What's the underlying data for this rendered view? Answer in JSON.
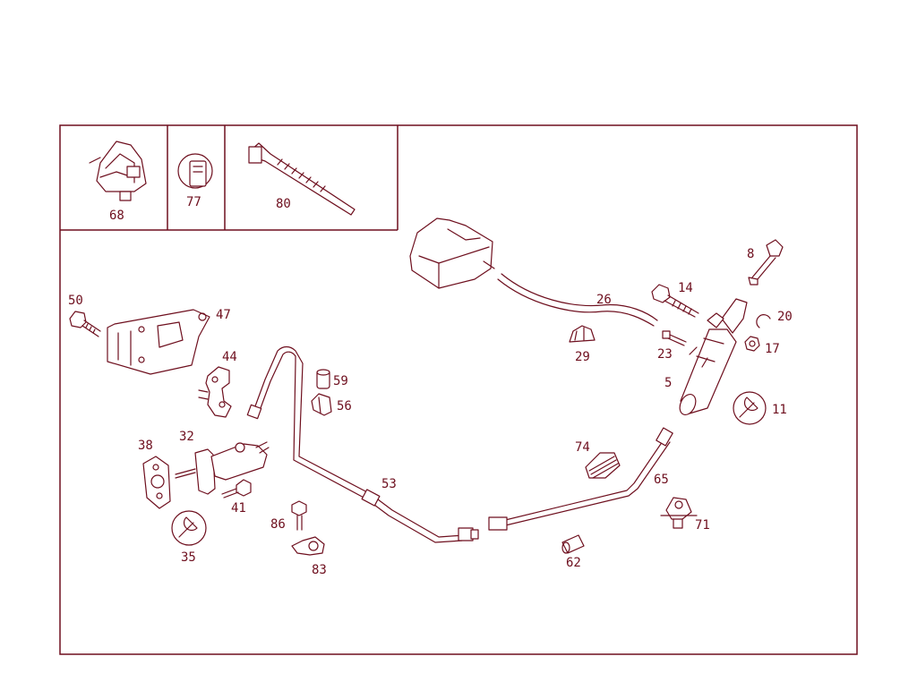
{
  "diagram": {
    "line_color": "#6e0f1e",
    "background": "#ffffff",
    "callouts": {
      "c5": "5",
      "c8": "8",
      "c11": "11",
      "c14": "14",
      "c17": "17",
      "c20": "20",
      "c23": "23",
      "c26": "26",
      "c29": "29",
      "c32": "32",
      "c35": "35",
      "c38": "38",
      "c41": "41",
      "c44": "44",
      "c47": "47",
      "c50": "50",
      "c53": "53",
      "c56": "56",
      "c59": "59",
      "c62": "62",
      "c65": "65",
      "c68": "68",
      "c71": "71",
      "c74": "74",
      "c77": "77",
      "c80": "80",
      "c83": "83",
      "c86": "86"
    }
  }
}
